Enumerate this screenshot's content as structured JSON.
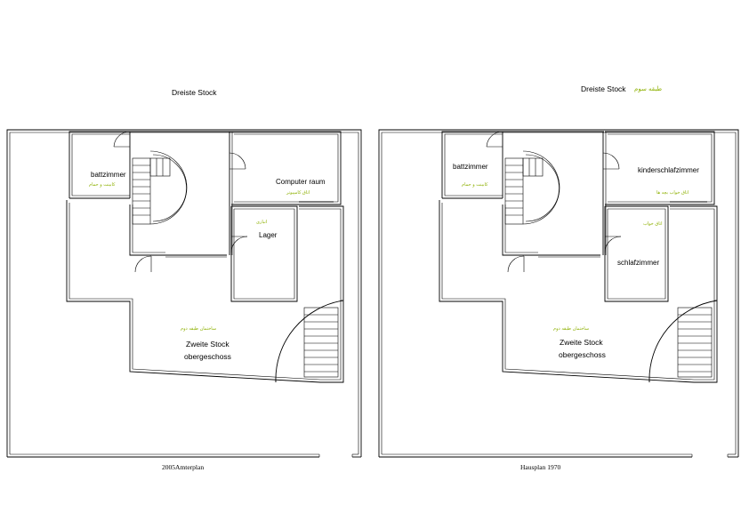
{
  "colors": {
    "line": "#000000",
    "annotation": "#8db000",
    "background": "#ffffff"
  },
  "plans": [
    {
      "title": "Dreiste Stock",
      "caption": "2005Amterplan",
      "rooms": {
        "bath": "battzimmer",
        "bath_fa": "کابینت و حمام",
        "computer": "Computer raum",
        "computer_fa": "اتاق کامپیوتر",
        "storage": "Lager",
        "storage_fa": "انباری",
        "floor_fa": "ساختمان طبقه دوم",
        "floor_line1": "Zweite Stock",
        "floor_line2": "obergeschoss"
      }
    },
    {
      "title": "Dreiste Stock",
      "title_fa": "طبقه سوم",
      "caption": "Hausplan 1970",
      "rooms": {
        "bath": "battzimmer",
        "bath_fa": "کابینت و حمام",
        "kids": "kinderschlafzimmer",
        "kids_fa": "اتاق خواب بچه ها",
        "sleep_fa": "اتاق خواب",
        "sleep": "schlafzimmer",
        "floor_fa": "ساختمان طبقه دوم",
        "floor_line1": "Zweite Stock",
        "floor_line2": "obergeschoss"
      }
    }
  ]
}
